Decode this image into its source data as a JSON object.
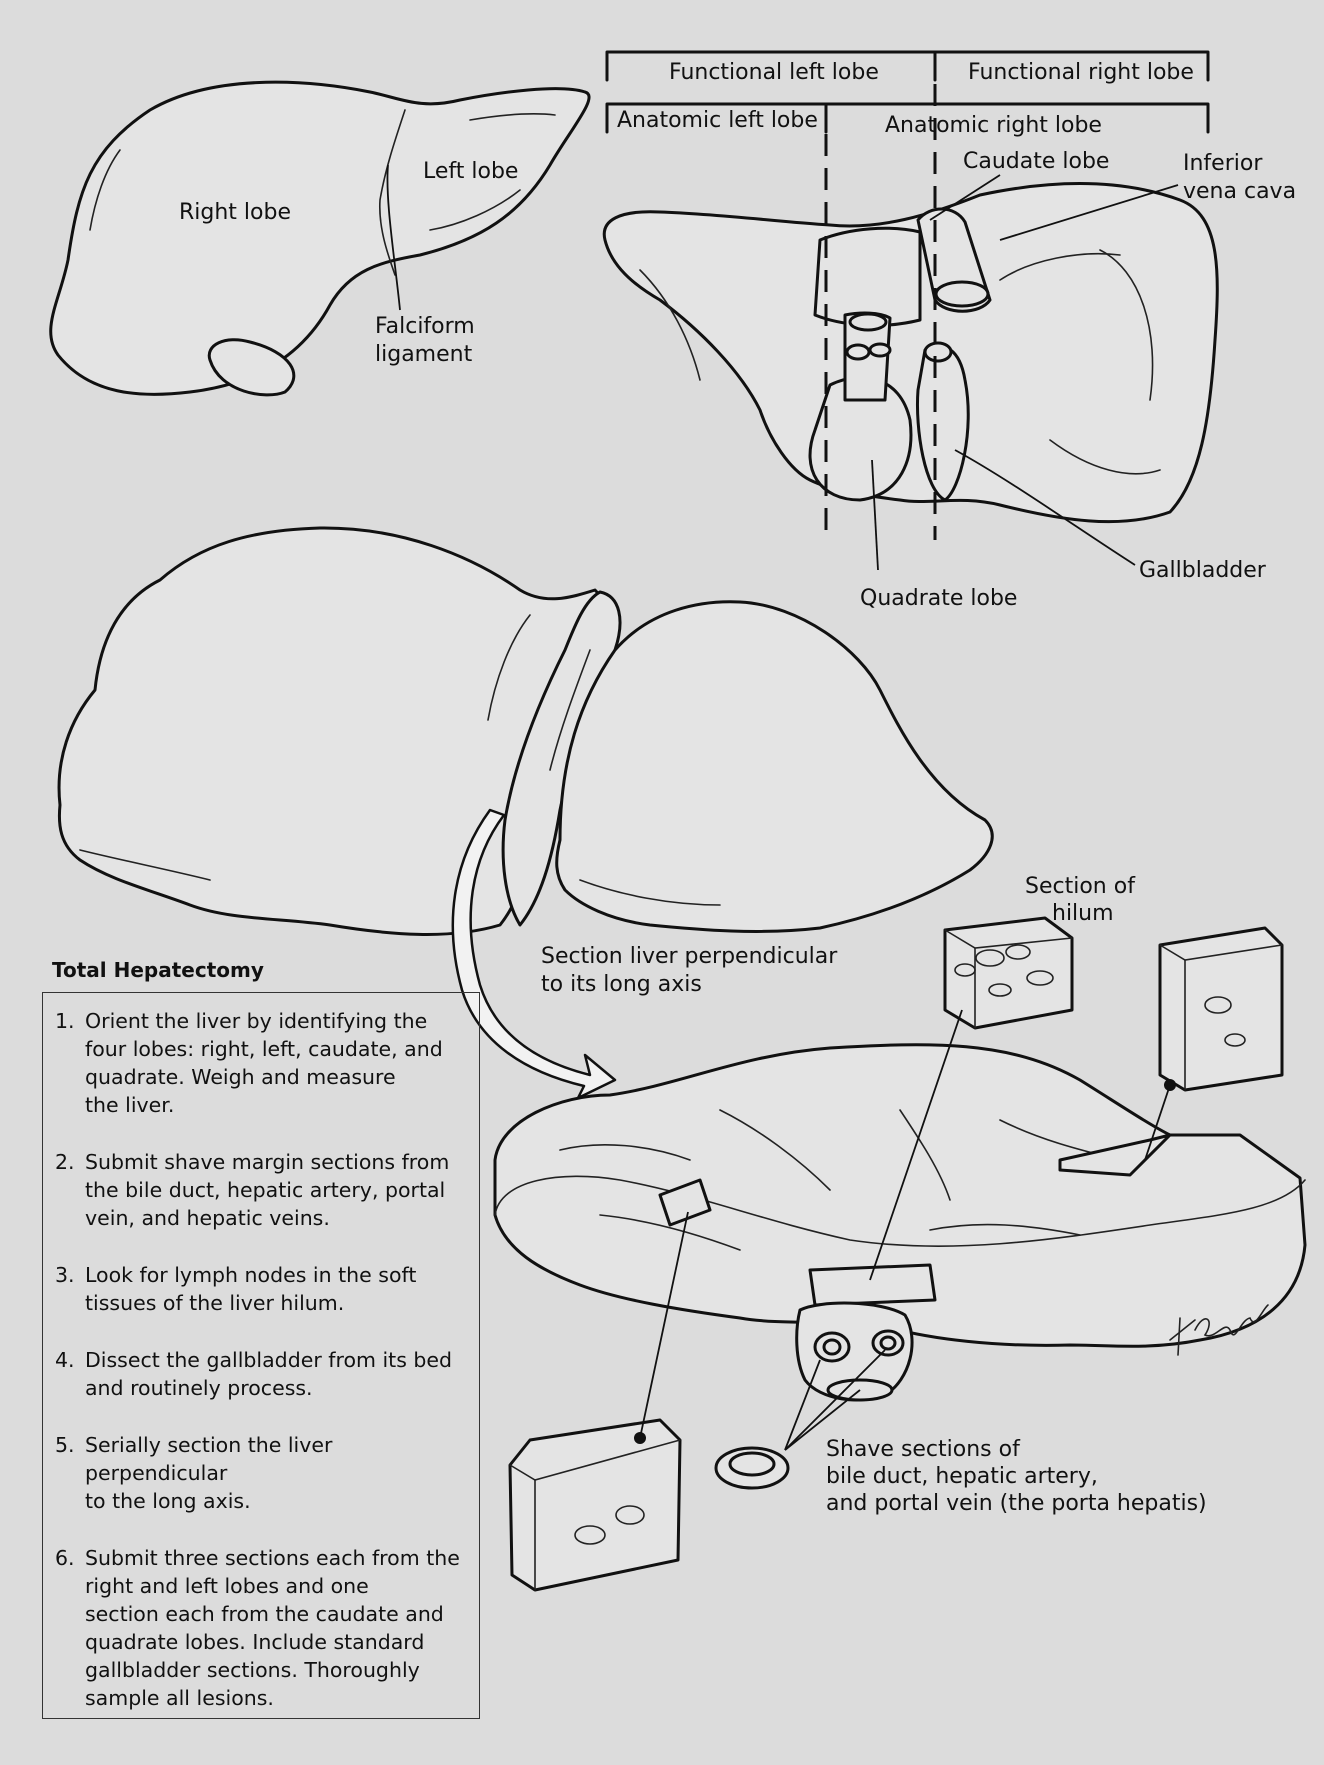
{
  "labels": {
    "right_lobe": "Right lobe",
    "left_lobe": "Left lobe",
    "falciform": [
      "Falciform",
      "ligament"
    ],
    "functional_left": "Functional left lobe",
    "functional_right": "Functional right lobe",
    "anatomic_left": "Anatomic left lobe",
    "anatomic_right": "Anatomic right lobe",
    "caudate": "Caudate lobe",
    "ivc": [
      "Inferior",
      "vena cava"
    ],
    "gallbladder": "Gallbladder",
    "quadrate": "Quadrate lobe",
    "section_hilum": [
      "Section of",
      "hilum"
    ],
    "section_liver": [
      "Section liver perpendicular",
      "to its long axis"
    ],
    "shave_sections": [
      "Shave sections of",
      "bile duct, hepatic artery,",
      "and portal vein (the porta hepatis)"
    ]
  },
  "instructions": {
    "title": "Total Hepatectomy",
    "steps": [
      {
        "num": "1.",
        "text": "Orient the liver by identifying the\nfour lobes: right, left, caudate, and\nquadrate.  Weigh and measure\nthe liver."
      },
      {
        "num": "2.",
        "text": "Submit shave margin sections from\nthe bile duct, hepatic artery, portal\nvein, and hepatic veins."
      },
      {
        "num": "3.",
        "text": "Look for lymph nodes in the soft\ntissues of the liver hilum."
      },
      {
        "num": "4.",
        "text": "Dissect the gallbladder from its bed\nand routinely process."
      },
      {
        "num": "5.",
        "text": "Serially section the liver perpendicular\nto the long axis."
      },
      {
        "num": "6.",
        "text": "Submit three sections each from the\nright and left lobes and one\nsection each from the caudate and\nquadrate lobes.  Include standard\ngallbladder sections.  Thoroughly\nsample all lesions."
      }
    ]
  }
}
